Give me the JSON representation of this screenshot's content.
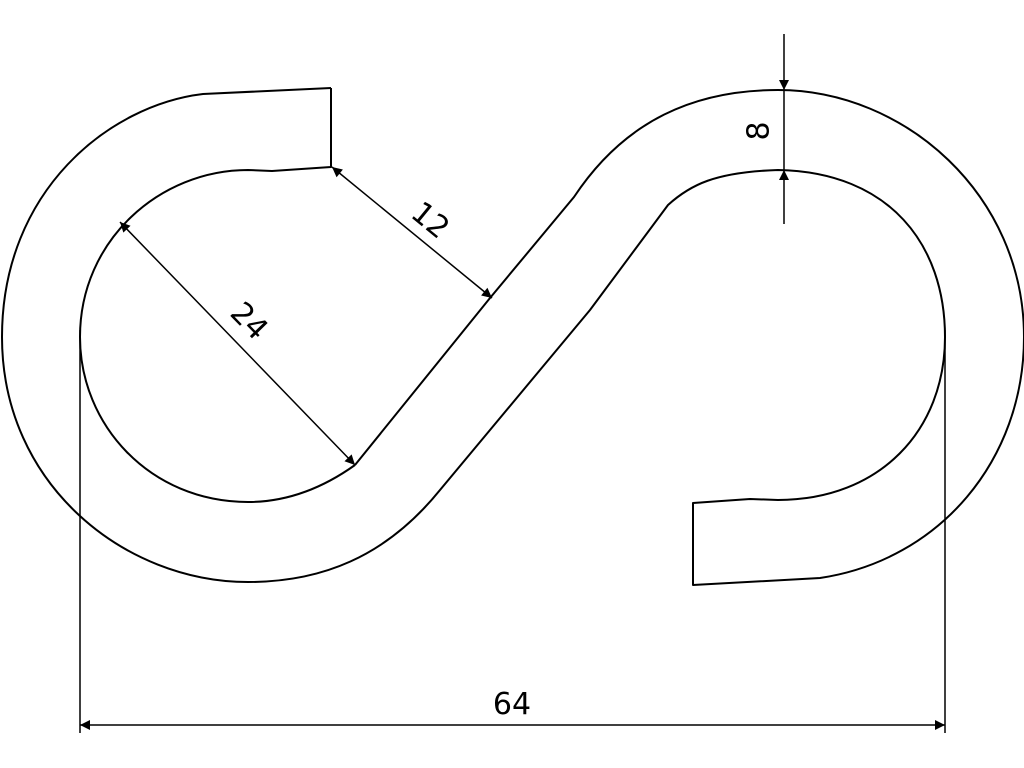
{
  "drawing": {
    "line_color": "#000000",
    "background_color": "#ffffff",
    "dimensions": {
      "overall_width": "64",
      "inner_diameter": "24",
      "gap": "12",
      "thickness": "8"
    }
  }
}
